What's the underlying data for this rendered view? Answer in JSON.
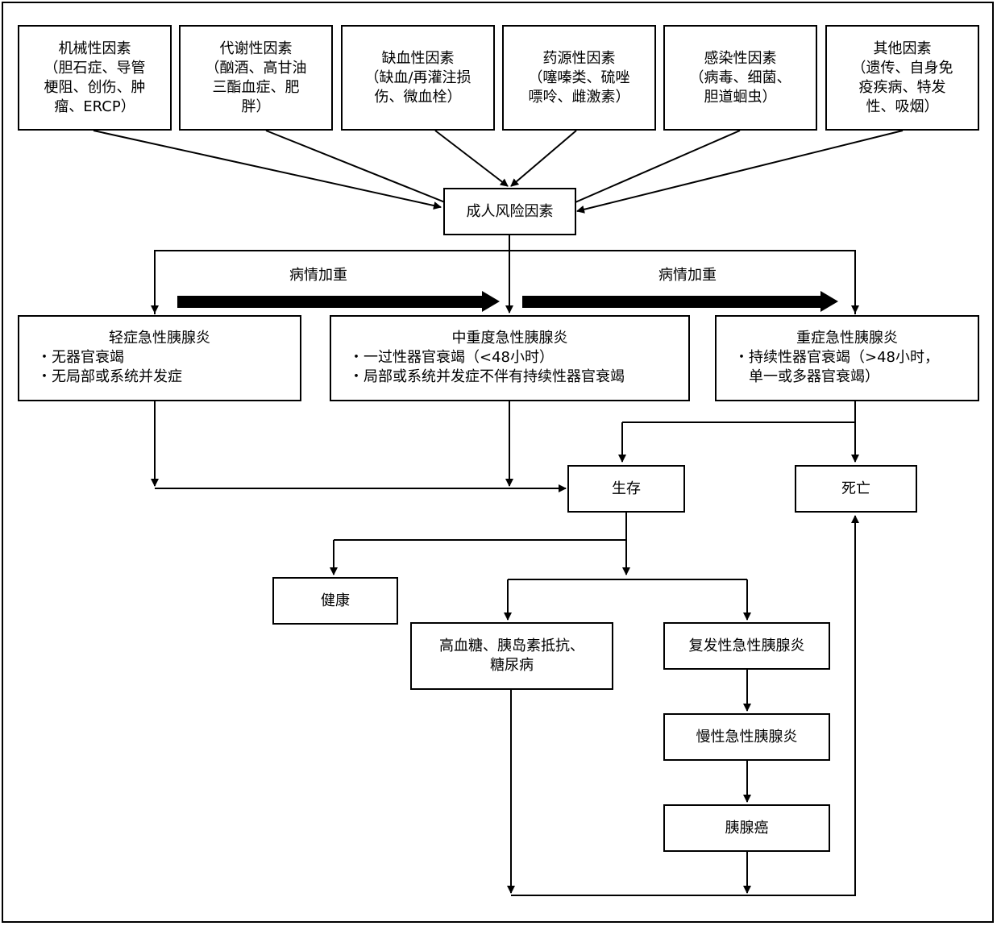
{
  "risk_factors": [
    {
      "title": "机械性因素",
      "lines": [
        "（胆石症、导管",
        "梗阻、创伤、肿",
        "瘤、ERCP）"
      ]
    },
    {
      "title": "代谢性因素",
      "lines": [
        "（酗酒、高甘油",
        "三酯血症、肥",
        "胖）"
      ]
    },
    {
      "title": "缺血性因素",
      "lines": [
        "（缺血/再灌注损",
        "伤、微血栓）"
      ]
    },
    {
      "title": "药源性因素",
      "lines": [
        "（噻嗪类、硫唑",
        "嘌呤、雌激素）"
      ]
    },
    {
      "title": "感染性因素",
      "lines": [
        "（病毒、细菌、",
        "胆道蛔虫）"
      ]
    },
    {
      "title": "其他因素",
      "lines": [
        "（遗传、自身免",
        "疫疾病、特发",
        "性、吸烟）"
      ]
    }
  ],
  "adult_risk": "成人风险因素",
  "worsening_label": "病情加重",
  "severity": [
    {
      "title": "轻症急性胰腺炎",
      "items": [
        "无器官衰竭",
        "无局部或系统并发症"
      ]
    },
    {
      "title": "中重度急性胰腺炎",
      "items": [
        "一过性器官衰竭（<48小时）",
        "局部或系统并发症不伴有持续性器官衰竭"
      ]
    },
    {
      "title": "重症急性胰腺炎",
      "items": [
        "持续性器官衰竭（>48小时，",
        "单一或多器官衰竭）"
      ]
    }
  ],
  "outcomes": {
    "survival": "生存",
    "death": "死亡",
    "healthy": "健康",
    "metabolic": [
      "高血糖、胰岛素抵抗、",
      "糖尿病"
    ],
    "recurrent": "复发性急性胰腺炎",
    "chronic": "慢性急性胰腺炎",
    "cancer": "胰腺癌"
  }
}
